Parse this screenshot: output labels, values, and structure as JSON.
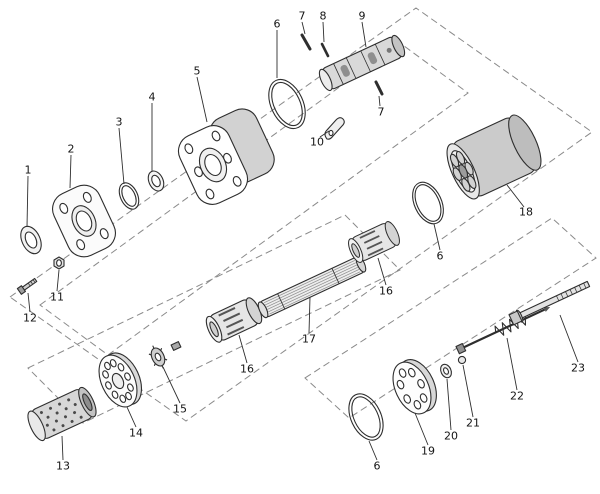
{
  "figure": {
    "kind": "exploded-parts-diagram",
    "callouts": [
      "1",
      "2",
      "3",
      "4",
      "5",
      "6",
      "7",
      "8",
      "9",
      "7",
      "10",
      "11",
      "12",
      "13",
      "14",
      "15",
      "16",
      "17",
      "16",
      "6",
      "18",
      "19",
      "20",
      "21",
      "22",
      "23",
      "6"
    ],
    "colors": {
      "line": "#2e2e2e",
      "phantom_line": "#8a8a8a",
      "background": "#ffffff"
    }
  }
}
